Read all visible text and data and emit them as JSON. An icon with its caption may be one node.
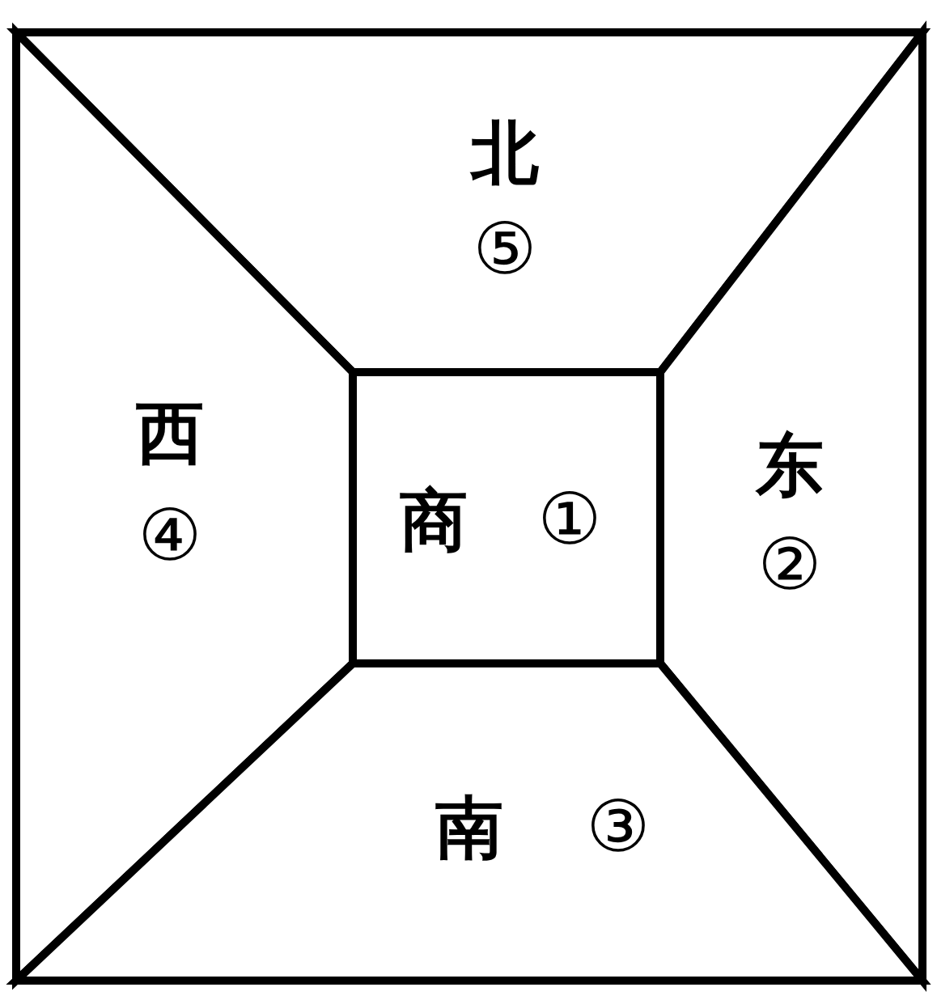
{
  "diagram": {
    "nodes": [
      {
        "text": [
          "北",
          "⑤"
        ]
      },
      {
        "text": [
          "西",
          "④"
        ]
      },
      {
        "text": [
          "商",
          "①"
        ]
      },
      {
        "text": [
          "东",
          "②"
        ]
      },
      {
        "text": [
          "南",
          "③"
        ]
      }
    ]
  }
}
